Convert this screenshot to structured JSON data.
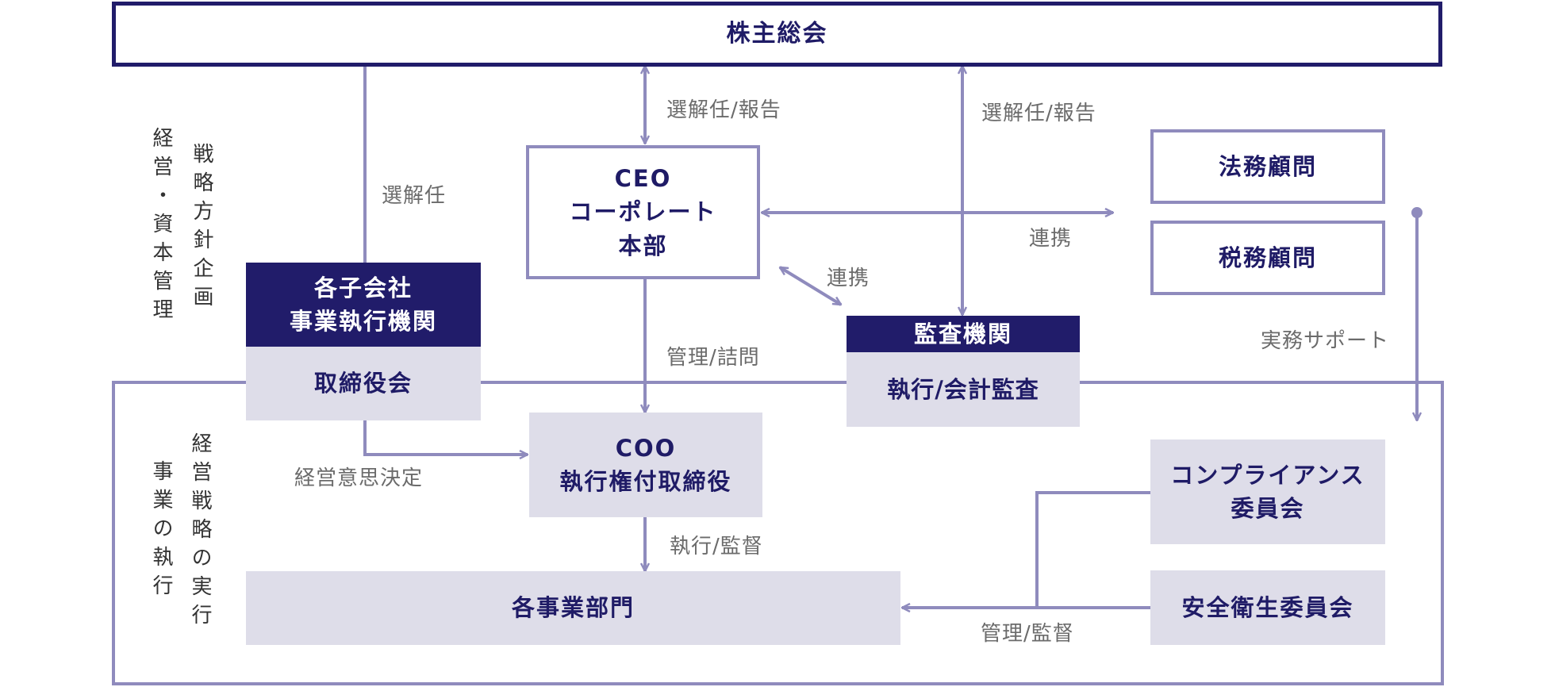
{
  "colors": {
    "navy": "#211c6a",
    "line": "#8f8bbd",
    "fill": "#dedde9",
    "label": "#6b6b6b"
  },
  "nodes": {
    "shareholders": "株主総会",
    "ceo": [
      "CEO",
      "コーポレート",
      "本部"
    ],
    "legal": "法務顧問",
    "tax": "税務顧問",
    "subsidiary_header": [
      "各子会社",
      "事業執行機関"
    ],
    "board": "取締役会",
    "audit_header": "監査機関",
    "audit_body": "執行/会計監査",
    "coo": [
      "COO",
      "執行権付取締役"
    ],
    "compliance": [
      "コンプライアンス",
      "委員会"
    ],
    "safety": "安全衛生委員会",
    "divisions": "各事業部門"
  },
  "edge_labels": {
    "ceo_elect": "選解任/報告",
    "audit_elect": "選解任/報告",
    "board_elect": "選解任",
    "ceo_link": "連携",
    "ceo_audit_link": "連携",
    "support": "実務サポート",
    "manage_inquiry": "管理/詰問",
    "decision": "経営意思決定",
    "exec_supervise": "執行/監督",
    "manage_supervise": "管理/監督"
  },
  "side_labels": {
    "top_outer": "経営・資本管理",
    "top_inner": "戦略方針企画",
    "bottom_outer": "事業の執行",
    "bottom_inner": "経営戦略の実行"
  }
}
